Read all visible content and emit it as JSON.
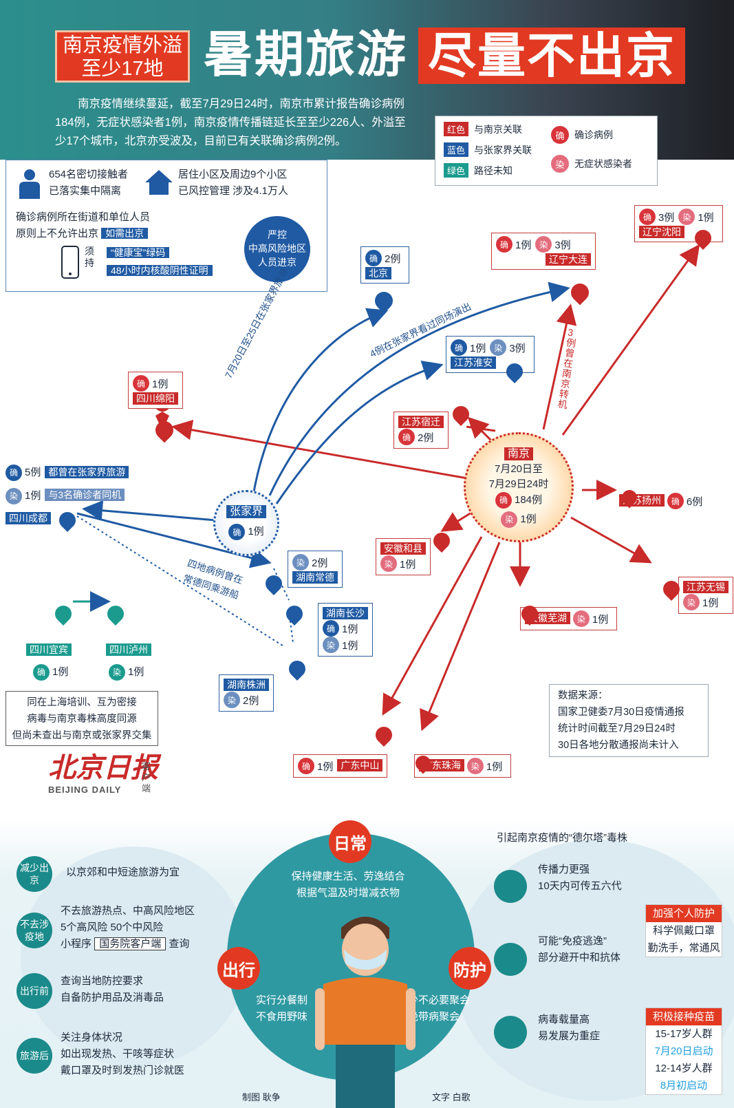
{
  "header": {
    "tag_line1": "南京疫情外溢",
    "tag_line2": "至少17地",
    "title_left": "暑期旅游",
    "title_right": "尽量不出京",
    "intro": "南京疫情继续蔓延，截至7月29日24时，南京市累计报告确诊病例184例，无症状感染者1例，南京疫情传播链延长至至少226人、外溢至少17个城市，北京亦受波及，目前已有关联确诊病例2例。"
  },
  "legend": {
    "red_tag": "红色",
    "red_text": "与南京关联",
    "blue_tag": "蓝色",
    "blue_text": "与张家界关联",
    "green_tag": "绿色",
    "green_text": "路径未知",
    "confirmed_glyph": "确",
    "confirmed_text": "确诊病例",
    "asym_glyph": "染",
    "asym_text": "无症状感染者"
  },
  "info": {
    "contacts_l1": "654名密切接触者",
    "contacts_l2": "已落实集中隔离",
    "community_l1": "居住小区及周边9个小区",
    "community_l2": "已风控管理 涉及4.1万人",
    "rule_l1": "确诊病例所在街道和单位人员",
    "rule_l2": "原则上不允许出京",
    "rule_pill": "如需出京",
    "must_label": "须持",
    "req1": "“健康宝”绿码",
    "req2": "48小时内核酸阴性证明",
    "strict_l1": "严控",
    "strict_l2": "中高风险地区",
    "strict_l3": "人员进京"
  },
  "map": {
    "nanjing": {
      "name": "南京",
      "l1": "7月20日至",
      "l2": "7月29日24时",
      "conf": "184例",
      "asym": "1例"
    },
    "zhangjiajie": {
      "name": "张家界",
      "conf": "1例"
    },
    "beijing": {
      "name": "北京",
      "conf": "2例"
    },
    "dalian": {
      "name": "辽宁大连",
      "conf": "1例",
      "asym": "3例"
    },
    "shenyang": {
      "name": "辽宁沈阳",
      "conf": "3例",
      "asym": "1例"
    },
    "huaian": {
      "name": "江苏淮安",
      "conf": "1例",
      "asym": "3例"
    },
    "mianyang": {
      "name": "四川绵阳",
      "conf": "1例"
    },
    "suqian": {
      "name": "江苏宿迁",
      "conf": "2例"
    },
    "chengdu": {
      "name": "四川成都",
      "conf": "5例",
      "conf_note": "都曾在张家界旅游",
      "asym": "1例",
      "asym_note": "与3名确诊者同机"
    },
    "yangzhou": {
      "name": "江苏扬州",
      "conf": "6例"
    },
    "hefei": {
      "name": "安徽和县",
      "asym": "1例"
    },
    "changde": {
      "name": "湖南常德",
      "asym": "2例"
    },
    "wuxi": {
      "name": "江苏无锡",
      "asym": "1例"
    },
    "wuhu": {
      "name": "安徽芜湖",
      "asym": "1例"
    },
    "changsha": {
      "name": "湖南长沙",
      "conf": "1例",
      "asym": "1例"
    },
    "zhuzhou": {
      "name": "湖南株洲",
      "asym": "2例"
    },
    "yibin": {
      "name": "四川宜宾",
      "conf": "1例"
    },
    "luzhou": {
      "name": "四川泸州",
      "asym": "1例"
    },
    "zhongshan": {
      "name": "广东中山",
      "conf": "1例"
    },
    "zhuhai": {
      "name": "广东珠海",
      "asym": "1例"
    },
    "route_zjj_travel": "7月20日至25日在张家界旅游",
    "route_show": "4例在张家界看过同场演出",
    "route_transit": "3例曾在南京转机",
    "route_boat_l1": "四地病例曾在",
    "route_boat_l2": "常德同乘游船",
    "unknown_l1": "同在上海培训、互为密接",
    "unknown_l2": "病毒与南京毒株高度同源",
    "unknown_l3": "但尚未查出与南京或张家界交集",
    "conf_glyph": "确",
    "asym_glyph": "染"
  },
  "source": {
    "l1": "数据来源：",
    "l2": "国家卫健委7月30日疫情通报",
    "l3": "统计时间截至7月29日24时",
    "l4": "30日各地分散通报尚未计入"
  },
  "logo": {
    "cn": "北京日报",
    "en": "BEIJING DAILY",
    "side": "客户端"
  },
  "lower": {
    "daily_head": "日常",
    "daily_l1": "保持健康生活、劳逸结合",
    "daily_l2": "根据气温及时增减衣物",
    "travel_head": "出行",
    "travel_l1": "实行分餐制",
    "travel_l2": "不食用野味",
    "protect_head": "防护",
    "protect_l1": "减少不必要聚会",
    "protect_l2": "杜绝带病聚会",
    "items": [
      {
        "circle": "减少出京",
        "text": "以京郊和中短途旅游为宜"
      },
      {
        "circle": "不去涉疫地",
        "t1": "不去旅游热点、中高风险地区",
        "t2": "5个高风险 50个中风险",
        "t3a": "小程序",
        "t3b": "国务院客户端",
        "t3c": "查询"
      },
      {
        "circle": "出行前",
        "t1": "查询当地防控要求",
        "t2": "自备防护用品及消毒品"
      },
      {
        "circle": "旅游后",
        "t1": "关注身体状况",
        "t2": "如出现发热、干咳等症状",
        "t3": "戴口罩及时到发热门诊就医"
      }
    ],
    "delta_title": "引起南京疫情的“德尔塔”毒株",
    "d1_l1": "传播力更强",
    "d1_l2": "10天内可传五六代",
    "d2_l1": "可能“免疫逃逸”",
    "d2_l2": "部分避开中和抗体",
    "d3_l1": "病毒载量高",
    "d3_l2": "易发展为重症",
    "box1_hdr": "加强个人防护",
    "box1_l1": "科学佩戴口罩",
    "box1_l2": "勤洗手，常通风",
    "box2_hdr": "积极接种疫苗",
    "box2_l1": "15-17岁人群",
    "box2_l2": "7月20日启动",
    "box2_l3": "12-14岁人群",
    "box2_l4": "8月初启动",
    "credit_chart": "制图 耿争",
    "credit_text": "文字 白歌"
  },
  "colors": {
    "red": "#c92a2a",
    "blue": "#1f5aa3",
    "green": "#1b9b8e",
    "teal": "#1b8a8a"
  }
}
